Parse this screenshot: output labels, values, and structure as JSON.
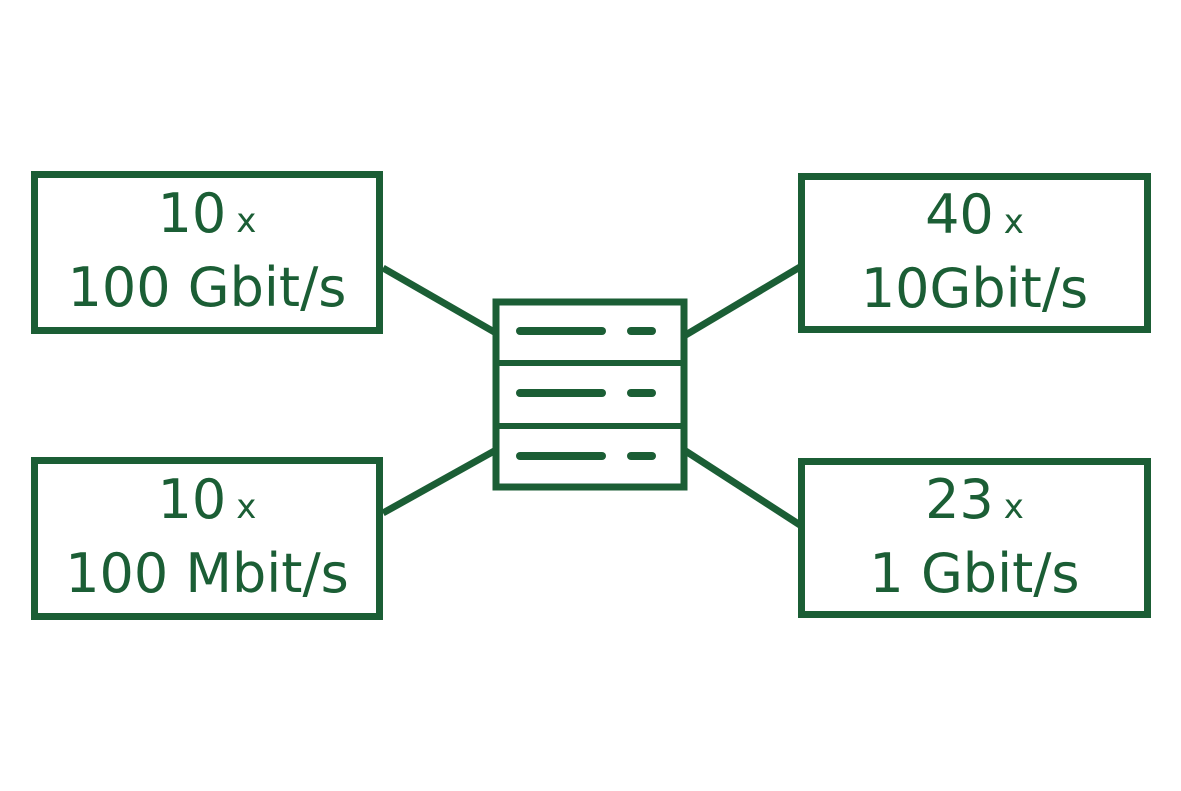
{
  "colors": {
    "stroke": "#1b5e35",
    "background": "#ffffff"
  },
  "center_icon": "server-rack-icon",
  "ports": [
    {
      "count": "10",
      "multiplier": "x",
      "speed": "100 Gbit/s"
    },
    {
      "count": "10",
      "multiplier": "x",
      "speed": "100 Mbit/s"
    },
    {
      "count": "40",
      "multiplier": "x",
      "speed": "10Gbit/s"
    },
    {
      "count": "23",
      "multiplier": "x",
      "speed": "1 Gbit/s"
    }
  ]
}
